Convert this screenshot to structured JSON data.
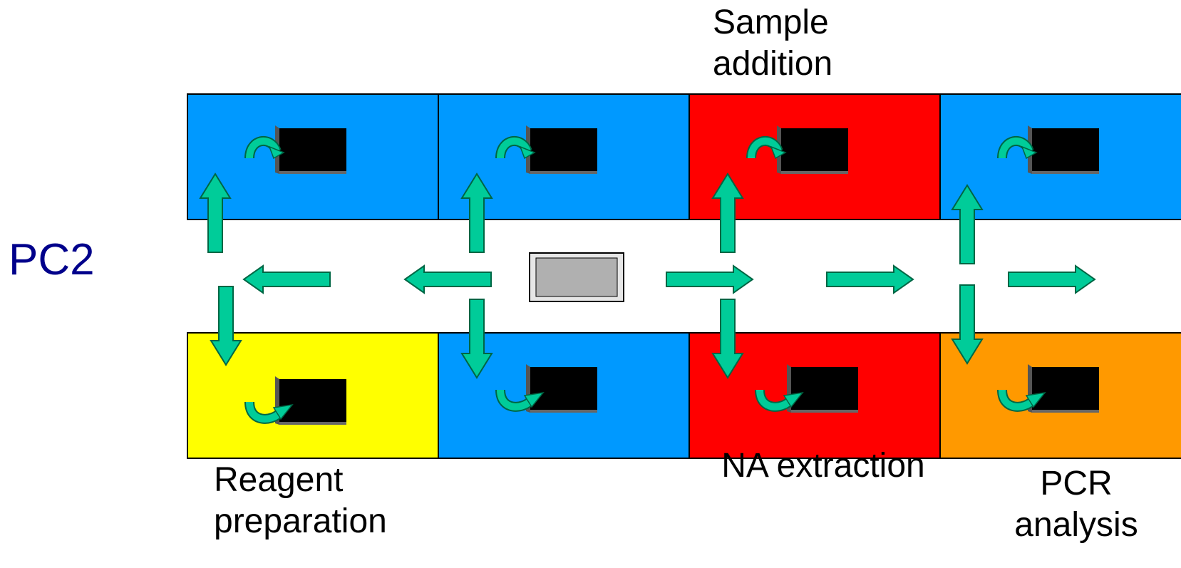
{
  "labels": {
    "pc2": "PC2",
    "sample_addition": "Sample\naddition",
    "na_extraction": "NA extraction",
    "reagent_preparation": "Reagent\npreparation",
    "pcr_analysis": "PCR\nanalysis"
  },
  "colors": {
    "blue": "#0099ff",
    "red": "#ff0000",
    "yellow": "#ffff00",
    "orange": "#ff9900",
    "arrow": "#00cc99",
    "pc2_text": "#00008b",
    "cabinet": "#000000",
    "central_box": "#b0b0b0"
  },
  "rooms": {
    "top": [
      "blue",
      "blue",
      "red",
      "blue"
    ],
    "bottom": [
      "yellow",
      "blue",
      "red",
      "orange"
    ]
  }
}
